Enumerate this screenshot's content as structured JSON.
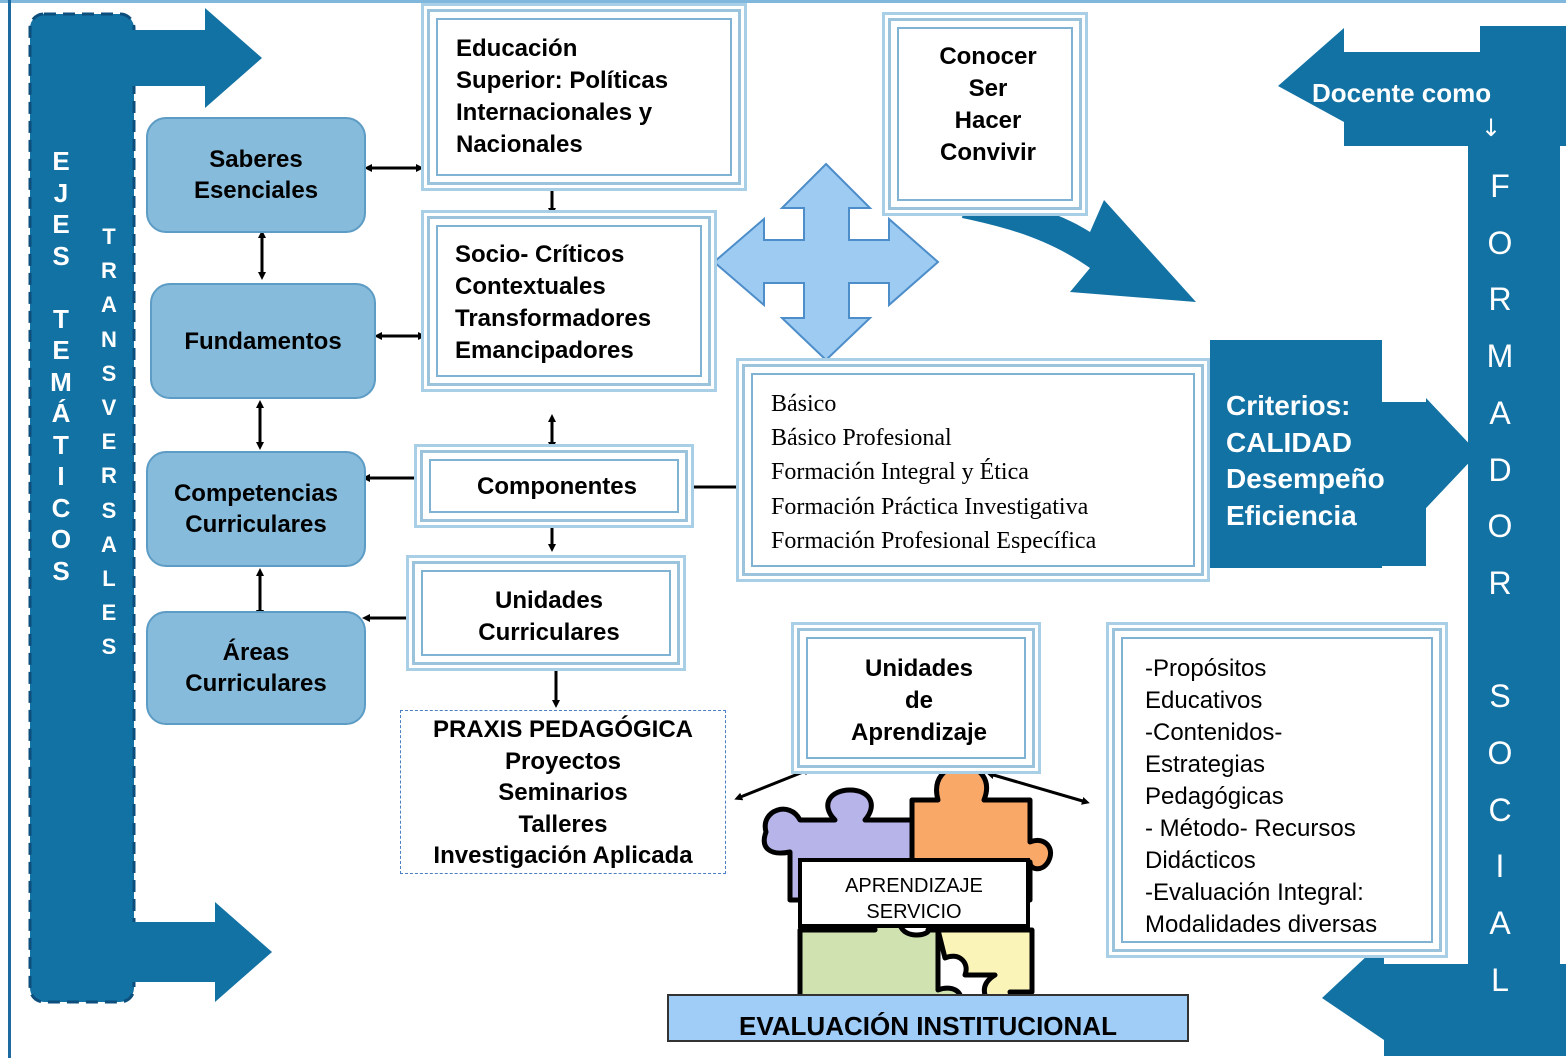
{
  "left_column": {
    "ejes_tematicos": "E\nJ\nE\nS\n\nT\nE\nM\nÁ\nT\nI\nC\nO\nS",
    "transversales": "T\nR\nA\nN\nS\nV\nE\nR\nS\nA\nL\nE\nS"
  },
  "rounded_boxes": {
    "saberes": "Saberes\nEsenciales",
    "fundamentos": "Fundamentos",
    "competencias": "Competencias\nCurriculares",
    "areas": "Áreas\nCurriculares"
  },
  "center_boxes": {
    "educacion": "Educación\nSuperior: Políticas\nInternacionales y\nNacionales",
    "socio": "Socio- Críticos\nContextuales\nTransformadores\nEmancipadores",
    "componentes": "Componentes",
    "unidades_curriculares": "Unidades\nCurriculares",
    "praxis": "PRAXIS PEDAGÓGICA\nProyectos\nSeminarios\nTalleres\nInvestigación Aplicada"
  },
  "conocer_box": "Conocer\nSer\nHacer\nConvivir",
  "components_list": "Básico\nBásico Profesional\nFormación Integral y Ética\nFormación Práctica Investigativa\nFormación Profesional Específica",
  "criterios": "Criterios:\nCALIDAD\nDesempeño\nEficiencia",
  "unidades_aprendizaje": "Unidades\nde\nAprendizaje",
  "puzzle_label": "APRENDIZAJE\nSERVICIO",
  "evaluacion": "EVALUACIÓN INSTITUCIONAL",
  "propositos": "-Propósitos\nEducativos\n-Contenidos-\nEstrategias\nPedagógicas\n- Método- Recursos\nDidácticos\n-Evaluación Integral:\nModalidades diversas",
  "docente_como": "Docente como",
  "formador_social": "F\nO\nR\nM\nA\nD\nO\nR\n\nS\nO\nC\nI\nA\nL",
  "colors": {
    "dark_blue": "#1272a4",
    "rounded_box": "#86bbdb",
    "light_arrow": "#9dcbf1",
    "puzzle_purple": "#b6b4e8",
    "puzzle_orange": "#f9a868",
    "puzzle_green": "#cfe2b0",
    "puzzle_yellow": "#fbf4b8",
    "evaluacion_fill": "#9fcdf7"
  }
}
